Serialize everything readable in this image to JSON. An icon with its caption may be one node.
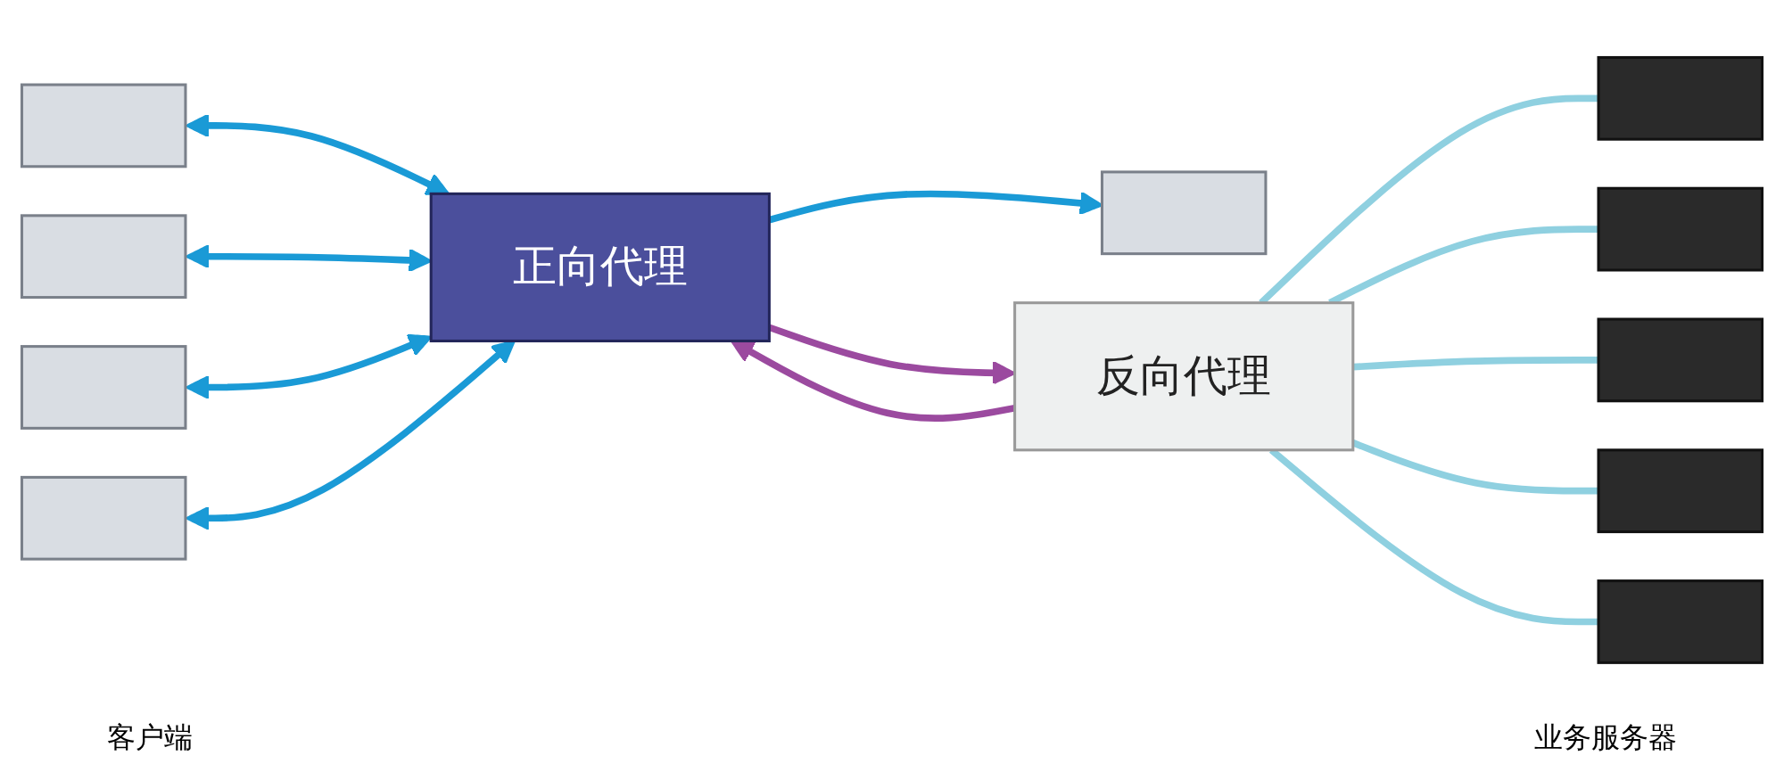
{
  "diagram": {
    "nodes": [
      {
        "text": [],
        "shape": "box"
      },
      {
        "text": [],
        "shape": "box"
      },
      {
        "text": [],
        "shape": "box"
      },
      {
        "text": [],
        "shape": "box"
      },
      {
        "text": [],
        "shape": "box"
      },
      {
        "text": [
          "正向代理"
        ]
      },
      {
        "text": [
          "反向代理"
        ]
      },
      {
        "text": [],
        "shape": "box"
      },
      {
        "text": [],
        "shape": "box"
      },
      {
        "text": [],
        "shape": "box"
      },
      {
        "text": [],
        "shape": "box"
      },
      {
        "text": [],
        "shape": "box"
      }
    ],
    "edges": [
      {
        "from": 0,
        "to": 5,
        "arrow": "both",
        "color": "#1a9ad6"
      },
      {
        "from": 1,
        "to": 5,
        "arrow": "both",
        "color": "#1a9ad6"
      },
      {
        "from": 2,
        "to": 5,
        "arrow": "both",
        "color": "#1a9ad6"
      },
      {
        "from": 3,
        "to": 5,
        "arrow": "both",
        "color": "#1a9ad6"
      },
      {
        "from": 5,
        "to": 4,
        "arrow": "to",
        "color": "#1a9ad6"
      },
      {
        "from": 5,
        "to": 6,
        "arrow": "to",
        "color": "#9b4a9f"
      },
      {
        "from": 6,
        "to": 5,
        "arrow": "to",
        "color": "#9b4a9f"
      },
      {
        "from": 6,
        "to": 7,
        "arrow": "none",
        "color": "#8fd0e0"
      },
      {
        "from": 6,
        "to": 8,
        "arrow": "none",
        "color": "#8fd0e0"
      },
      {
        "from": 6,
        "to": 9,
        "arrow": "none",
        "color": "#8fd0e0"
      },
      {
        "from": 6,
        "to": 10,
        "arrow": "none",
        "color": "#8fd0e0"
      },
      {
        "from": 6,
        "to": 11,
        "arrow": "none",
        "color": "#8fd0e0"
      }
    ],
    "labels": [
      "客户端",
      "业务服务器"
    ]
  }
}
